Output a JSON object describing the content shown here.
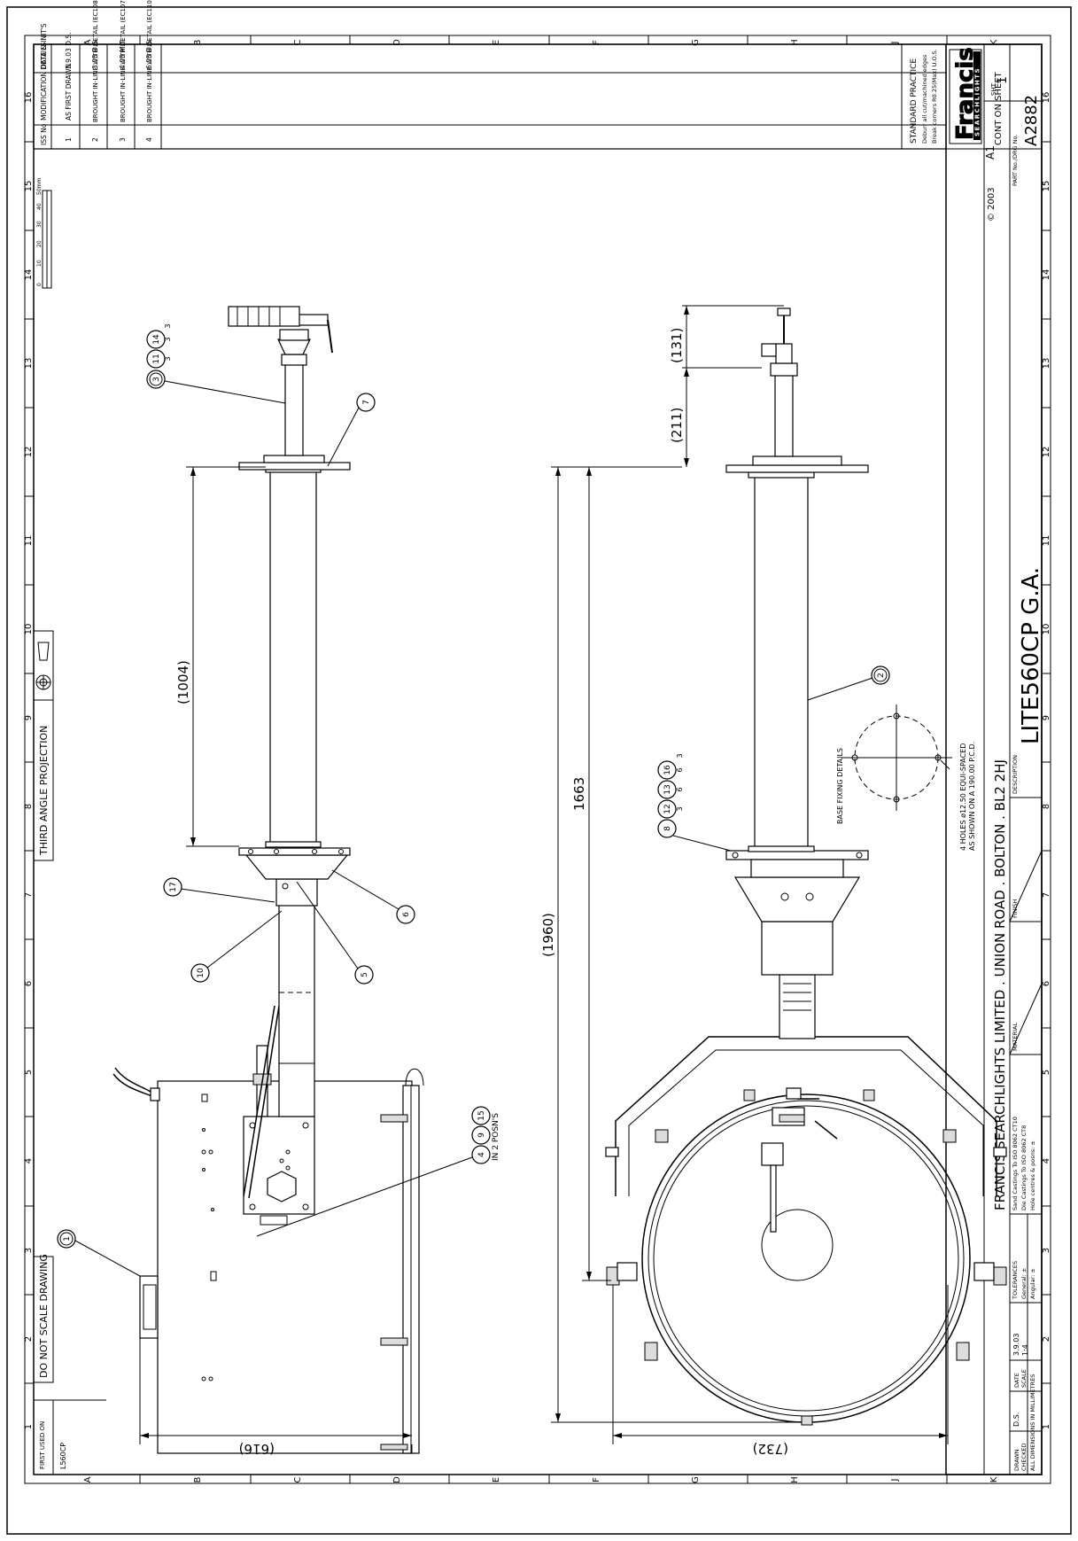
{
  "sheet": {
    "grid_letters": [
      "A",
      "B",
      "C",
      "D",
      "E",
      "F",
      "G",
      "H",
      "J",
      "K"
    ],
    "grid_numbers": [
      "1",
      "2",
      "3",
      "4",
      "5",
      "6",
      "7",
      "8",
      "9",
      "10",
      "11",
      "12",
      "13",
      "14",
      "15",
      "16"
    ]
  },
  "notes": {
    "projection": "THIRD ANGLE PROJECTION",
    "do_not_scale": "DO NOT SCALE DRAWING",
    "first_used_on": "FIRST USED ON",
    "first_used_value": "L560CP",
    "scale_bar_ticks": [
      "0",
      "10",
      "20",
      "30",
      "40",
      "50mm"
    ]
  },
  "revisions": {
    "headers": [
      "ISS No",
      "MODIFICATION DETAILS",
      "DATE & INIT'S"
    ],
    "rows": [
      {
        "iss": "1",
        "detail": "AS FIRST DRAWN",
        "date": "3.9.03 D.S."
      },
      {
        "iss": "2",
        "detail": "BROUGHT IN-LINE WITH DETAIL (EC1088)",
        "date": "3.05 D.S."
      },
      {
        "iss": "3",
        "detail": "BROUGHT IN-LINE WITH DETAIL (EC1077)",
        "date": "4.05 M.T."
      },
      {
        "iss": "4",
        "detail": "BROUGHT IN-LINE WITH DETAIL (EC1102)",
        "date": "6.05 D.S."
      }
    ]
  },
  "standard_practice": {
    "title": "STANDARD PRACTICE",
    "line1": "Deburr all cut/machined edges",
    "line2": "Break corners R0.25(Max) U.O.S."
  },
  "title_block": {
    "logo_text": "Francis",
    "logo_sub": "SEARCHLIGHTS",
    "copyright": "© 2003",
    "sheet_size": "A1",
    "cont_on_sheet": "CONT ON SHEET",
    "sht_label": "SHT",
    "sht_value": "1",
    "part_label": "PART No./DRG No.",
    "part_no": "A2882",
    "company": "FRANCIS SEARCHLIGHTS LIMITED . UNION ROAD . BOLTON . BL2 2HJ",
    "description_label": "DESCRIPTION",
    "description": "LITE560CP G.A.",
    "finish_label": "FINISH",
    "material_label": "MATERIAL",
    "tolerance_notes": [
      "Sand Castings To ISO 8062 CT10",
      "Die Castings To ISO 8062 CT8",
      "Hole centres & posns: ±"
    ],
    "tolerances_label": "TOLERANCES",
    "tol_general": "General: ±",
    "tol_angular": "Angular: ±",
    "drawn_label": "DRAWN",
    "drawn_value": "D.S.",
    "date_label": "DATE",
    "date_value": "3.9.03",
    "checked_label": "CHECKED",
    "scale_label": "SCALE",
    "scale_value": "1:4",
    "units": "ALL DIMENSIONS IN MILLIMETRES"
  },
  "dimensions": {
    "left_overall": "(1004)",
    "left_base": "(616)",
    "right_overall": "(1960)",
    "right_mid": "1663",
    "right_top1": "(211)",
    "right_top2": "(131)",
    "right_base": "(732)"
  },
  "base_fixing": {
    "title": "BASE FIXING DETAILS",
    "note1": "4 HOLES ø12.50 EQUI-SPACED",
    "note2": "AS SHOWN ON A 190.00 P.C.D."
  },
  "balloons": {
    "b1": "1",
    "b2": "2",
    "b3": "3",
    "b4": "4",
    "b5": "5",
    "b6": "6",
    "b7": "7",
    "b9": "9",
    "b10": "10",
    "b11": "11",
    "b14": "14",
    "b15": "15",
    "b17": "17",
    "b8": "8",
    "b12": "12",
    "b13": "13",
    "b16": "16",
    "qty_3": "3",
    "qty_6": "6",
    "posns": "IN 2 POSN'S"
  }
}
